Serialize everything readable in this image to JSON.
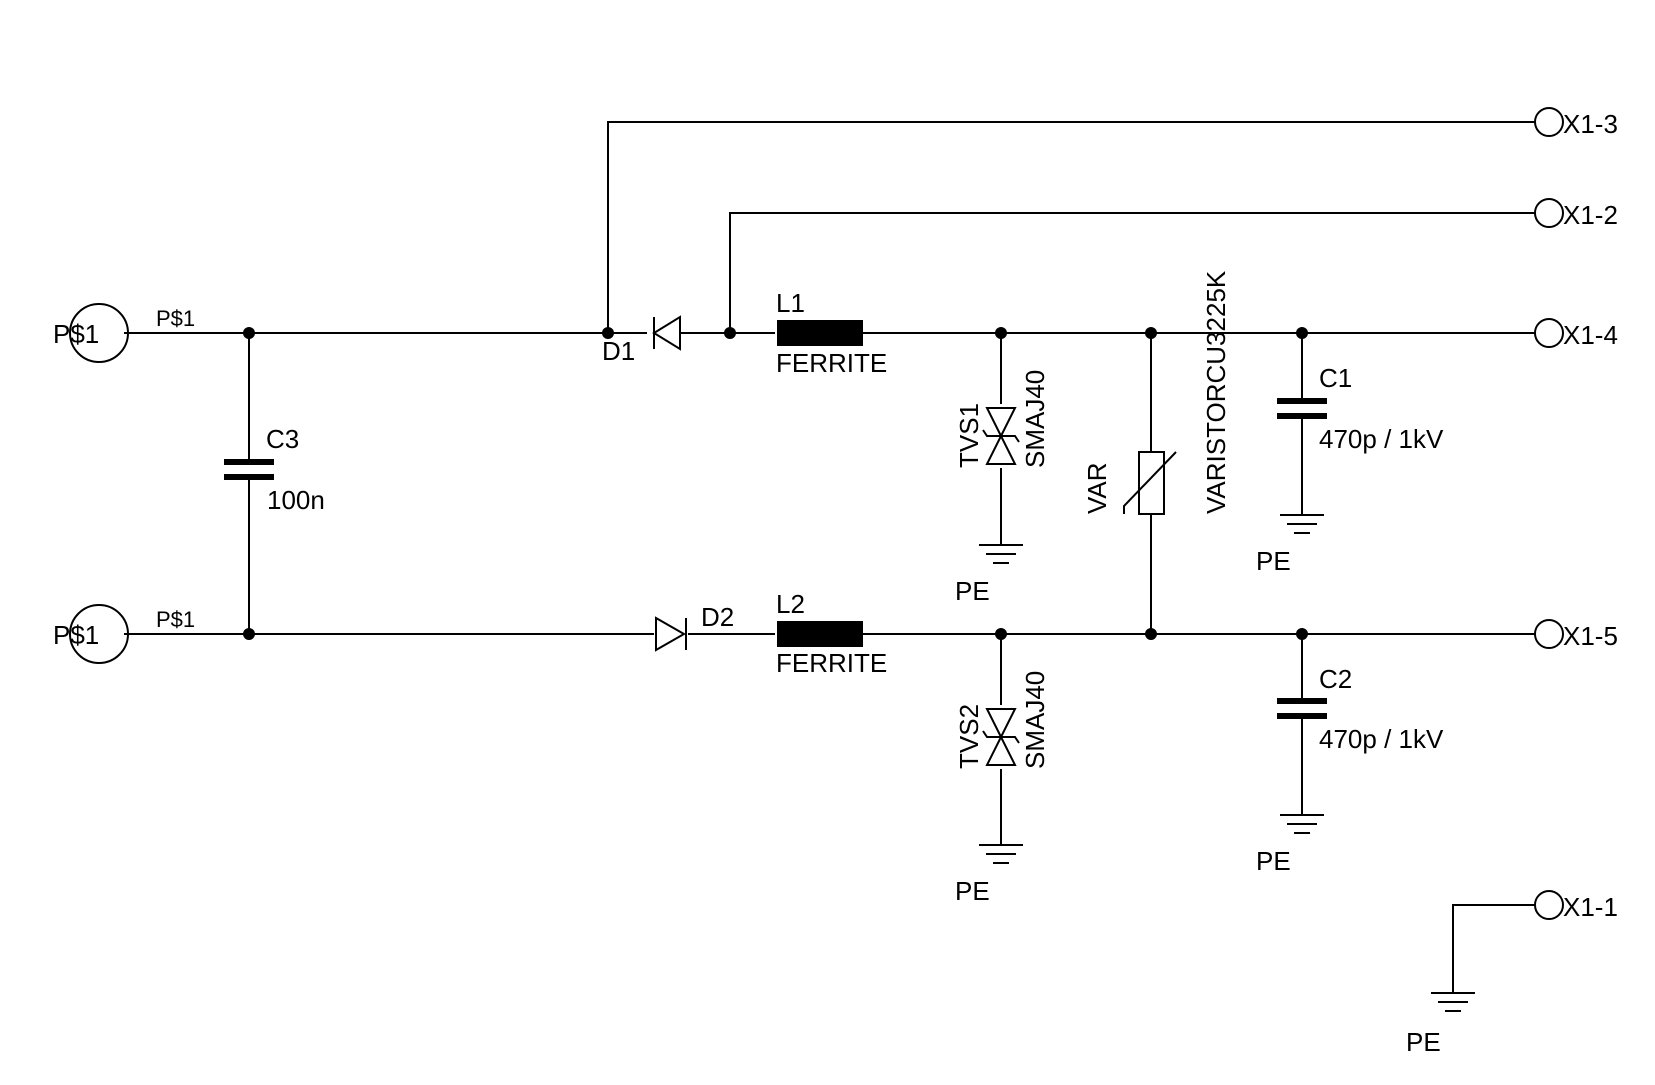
{
  "pads": {
    "left_top_name": "P$1",
    "left_top_pin": "P$1",
    "left_bottom_name": "P$1",
    "left_bottom_pin": "P$1"
  },
  "terminals": {
    "x1_3": "X1-3",
    "x1_2": "X1-2",
    "x1_4": "X1-4",
    "x1_5": "X1-5",
    "x1_1": "X1-1"
  },
  "components": {
    "c3_name": "C3",
    "c3_value": "100n",
    "d1_name": "D1",
    "d2_name": "D2",
    "l1_name": "L1",
    "l1_value": "FERRITE",
    "l2_name": "L2",
    "l2_value": "FERRITE",
    "tvs1_name": "TVS1",
    "tvs1_value": "SMAJ40",
    "tvs2_name": "TVS2",
    "tvs2_value": "SMAJ40",
    "var_name": "VAR",
    "var_value": "VARISTORCU3225K",
    "c1_name": "C1",
    "c1_value": "470p / 1kV",
    "c2_name": "C2",
    "c2_value": "470p / 1kV"
  },
  "grounds": {
    "tvs1": "PE",
    "tvs2": "PE",
    "c1": "PE",
    "c2": "PE",
    "x1_1": "PE"
  }
}
